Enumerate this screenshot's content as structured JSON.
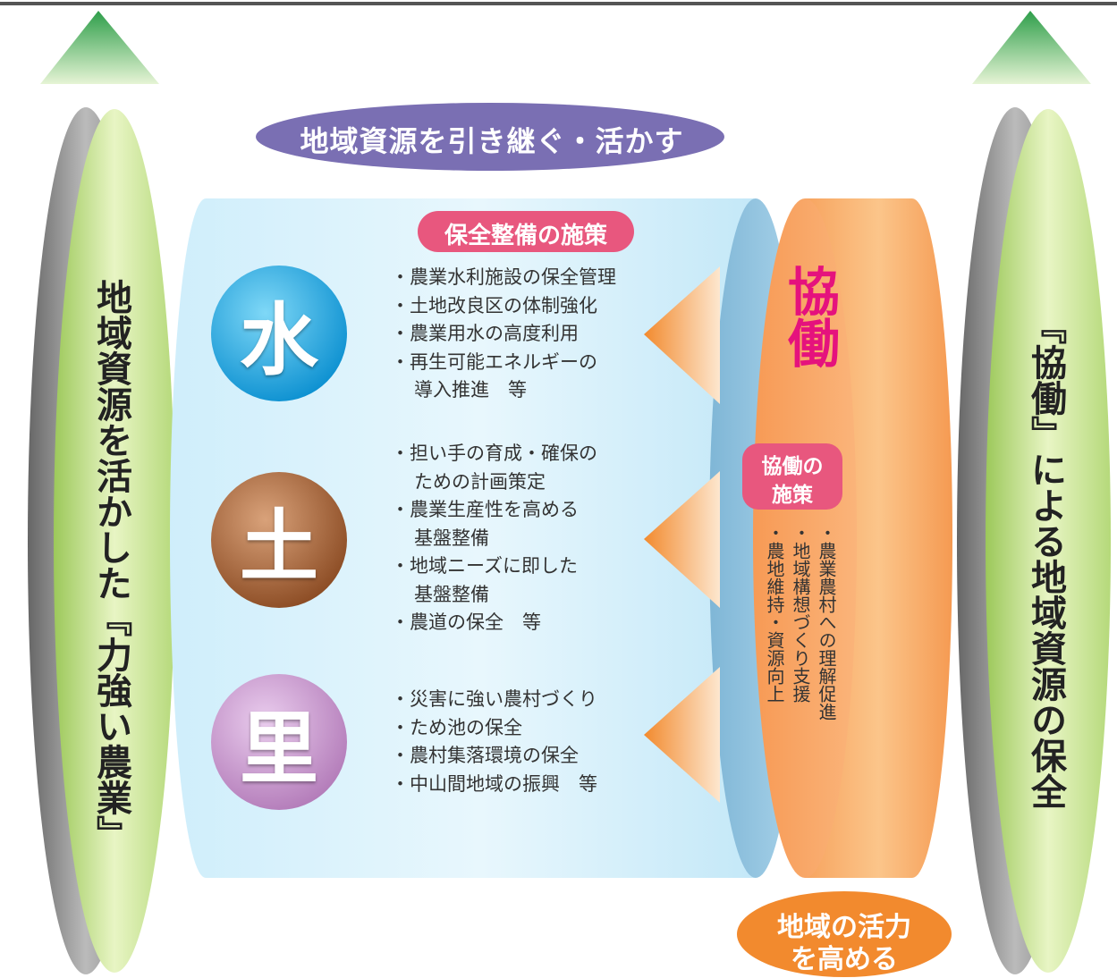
{
  "top_banner": "地域資源を引き継ぐ・活かす",
  "left_pillar": "地域資源を活かした『力強い農業』",
  "right_pillar": "『協働』による地域資源の保全",
  "conservation": {
    "header": "保全整備の施策",
    "groups": [
      {
        "symbol": "水",
        "color": "#1aa3e0",
        "items": [
          "農業水利施設の保全管理",
          "土地改良区の体制強化",
          "農業用水の高度利用",
          "再生可能エネルギーの"
        ],
        "continuation": "導入推進　等"
      },
      {
        "symbol": "土",
        "color": "#a0522d",
        "items": [
          "担い手の育成・確保の"
        ],
        "continuation1": "ための計画策定",
        "items2": [
          "農業生産性を高める"
        ],
        "continuation2": "基盤整備",
        "items3": [
          "地域ニーズに即した"
        ],
        "continuation3": "基盤整備",
        "items4": [
          "農道の保全　等"
        ]
      },
      {
        "symbol": "里",
        "color": "#b07ab8",
        "items": [
          "災害に強い農村づくり",
          "ため池の保全",
          "農村集落環境の保全",
          "中山間地域の振興　等"
        ]
      }
    ]
  },
  "kyodo": {
    "title": "協働",
    "measures_header_line1": "協働の",
    "measures_header_line2": "施策",
    "measures": [
      "・農業農村への理解促進",
      "・地域構想づくり支援",
      "・農地維持・資源向上"
    ]
  },
  "bottom_badge_line1": "地域の活力",
  "bottom_badge_line2": "を高める"
}
